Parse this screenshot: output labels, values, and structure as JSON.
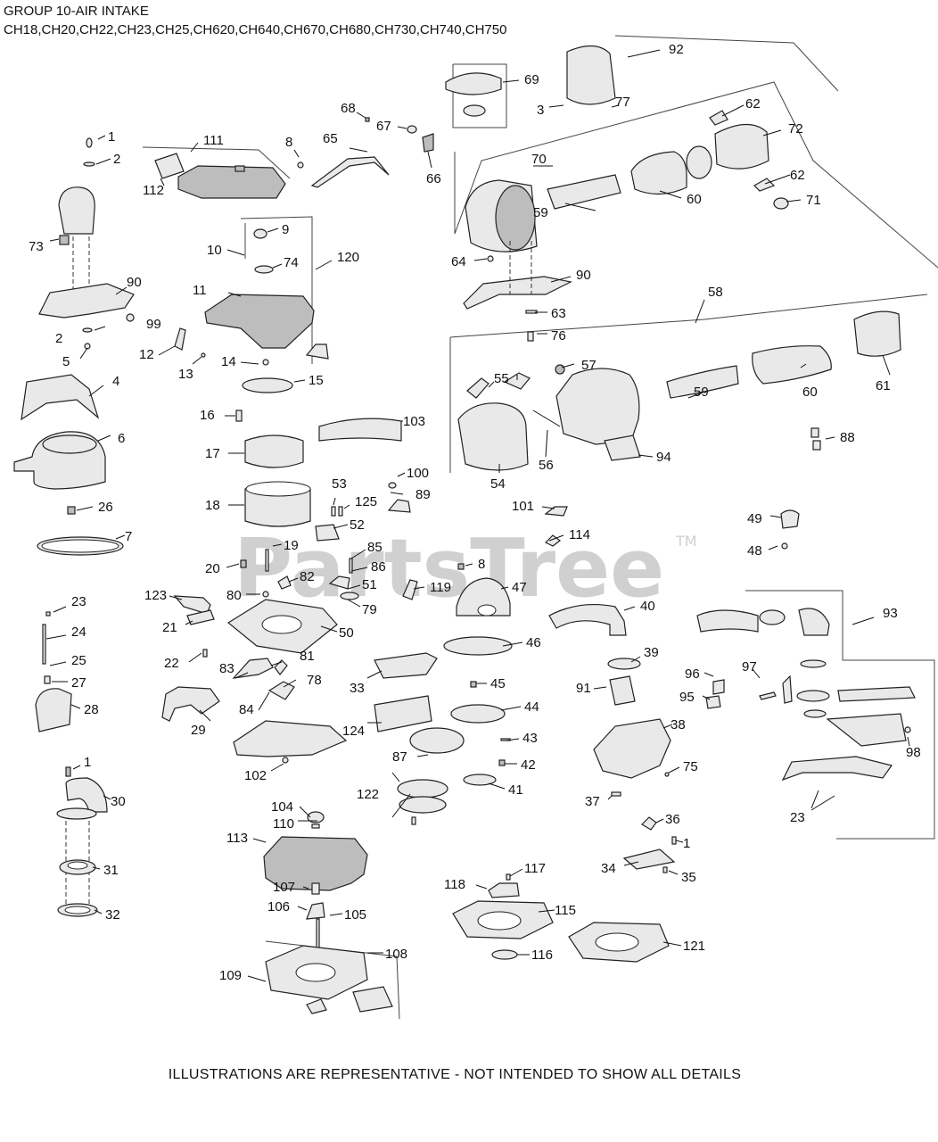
{
  "header": {
    "group_title": "GROUP 10-AIR INTAKE",
    "models": "CH18,CH20,CH22,CH23,CH25,CH620,CH640,CH670,CH680,CH730,CH740,CH750"
  },
  "watermark": {
    "text": "PartsTree",
    "tm": "TM"
  },
  "footer": {
    "note": "ILLUSTRATIONS ARE REPRESENTATIVE - NOT INTENDED TO SHOW ALL DETAILS"
  },
  "callouts": [
    "1",
    "2",
    "3",
    "4",
    "5",
    "6",
    "7",
    "8",
    "9",
    "10",
    "11",
    "12",
    "13",
    "14",
    "15",
    "16",
    "17",
    "18",
    "19",
    "20",
    "21",
    "22",
    "23",
    "24",
    "25",
    "26",
    "27",
    "28",
    "29",
    "30",
    "31",
    "32",
    "33",
    "34",
    "35",
    "36",
    "37",
    "38",
    "39",
    "40",
    "41",
    "42",
    "43",
    "44",
    "45",
    "46",
    "47",
    "48",
    "49",
    "50",
    "51",
    "52",
    "53",
    "54",
    "55",
    "56",
    "57",
    "58",
    "59",
    "60",
    "61",
    "62",
    "63",
    "64",
    "65",
    "66",
    "67",
    "68",
    "69",
    "70",
    "71",
    "72",
    "73",
    "74",
    "75",
    "76",
    "77",
    "78",
    "79",
    "80",
    "81",
    "82",
    "83",
    "84",
    "85",
    "86",
    "87",
    "88",
    "89",
    "90",
    "91",
    "92",
    "93",
    "94",
    "95",
    "96",
    "97",
    "98",
    "99",
    "100",
    "101",
    "102",
    "103",
    "104",
    "105",
    "106",
    "107",
    "108",
    "109",
    "110",
    "111",
    "112",
    "113",
    "114",
    "115",
    "116",
    "117",
    "118",
    "119",
    "120",
    "121",
    "122",
    "123",
    "124",
    "125"
  ]
}
